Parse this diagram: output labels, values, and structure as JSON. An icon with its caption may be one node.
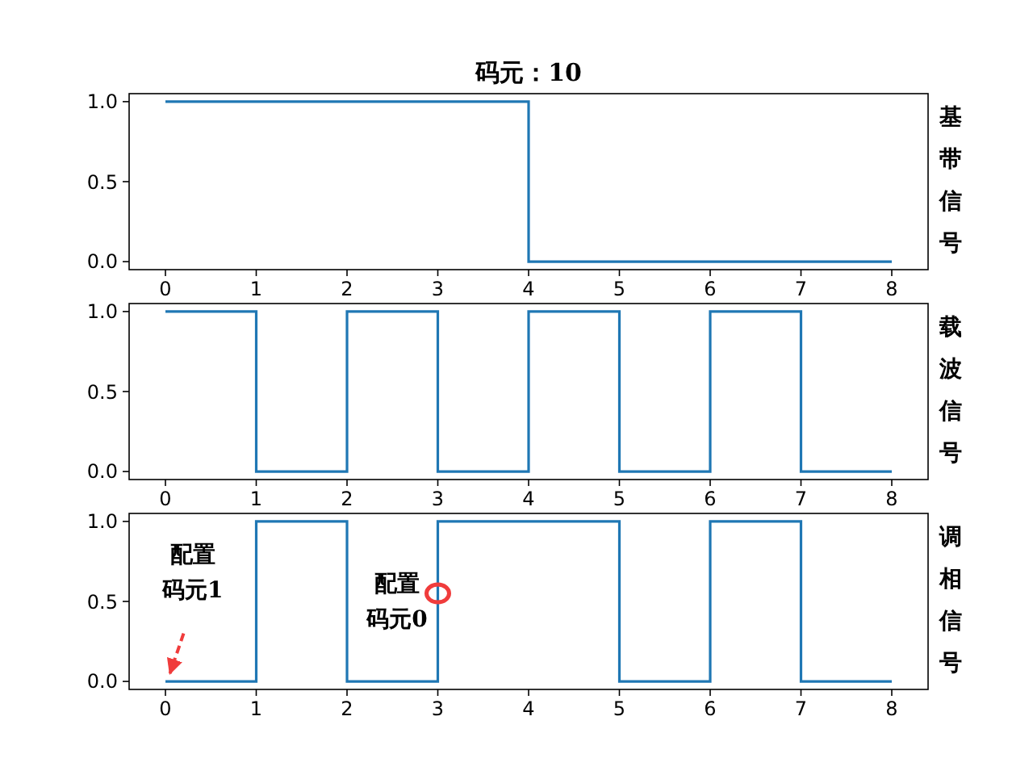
{
  "diagram": {
    "chart_data": [
      {
        "type": "line",
        "title": "码元：10",
        "ylabel": "基带信号",
        "x": [
          0,
          4,
          4,
          8
        ],
        "series": [
          {
            "color": "#1f77b4",
            "values": [
              1,
              1,
              0,
              0
            ]
          }
        ],
        "xlim": [
          -0.4,
          8.4
        ],
        "ylim": [
          -0.05,
          1.05
        ],
        "xticks": [
          0,
          1,
          2,
          3,
          4,
          5,
          6,
          7,
          8
        ],
        "yticks": [
          {
            "value": 0,
            "label": "0.0"
          },
          {
            "value": 0.5,
            "label": "0.5"
          },
          {
            "value": 1,
            "label": "1.0"
          }
        ]
      },
      {
        "type": "line",
        "ylabel": "载波信号",
        "x": [
          0,
          1,
          1,
          2,
          2,
          3,
          3,
          4,
          4,
          5,
          5,
          6,
          6,
          7,
          7,
          8
        ],
        "series": [
          {
            "color": "#1f77b4",
            "values": [
              1,
              1,
              0,
              0,
              1,
              1,
              0,
              0,
              1,
              1,
              0,
              0,
              1,
              1,
              0,
              0
            ]
          }
        ],
        "xlim": [
          -0.4,
          8.4
        ],
        "ylim": [
          -0.05,
          1.05
        ],
        "xticks": [
          0,
          1,
          2,
          3,
          4,
          5,
          6,
          7,
          8
        ],
        "yticks": [
          {
            "value": 0,
            "label": "0.0"
          },
          {
            "value": 0.5,
            "label": "0.5"
          },
          {
            "value": 1,
            "label": "1.0"
          }
        ]
      },
      {
        "type": "line",
        "ylabel": "调相信号",
        "x": [
          0,
          1,
          1,
          2,
          2,
          3,
          3,
          5,
          5,
          6,
          6,
          7,
          7,
          8
        ],
        "series": [
          {
            "color": "#1f77b4",
            "values": [
              0,
              0,
              1,
              1,
              0,
              0,
              1,
              1,
              0,
              0,
              1,
              1,
              0,
              0
            ]
          }
        ],
        "xlim": [
          -0.4,
          8.4
        ],
        "ylim": [
          -0.05,
          1.05
        ],
        "xticks": [
          0,
          1,
          2,
          3,
          4,
          5,
          6,
          7,
          8
        ],
        "yticks": [
          {
            "value": 0,
            "label": "0.0"
          },
          {
            "value": 0.5,
            "label": "0.5"
          },
          {
            "value": 1,
            "label": "1.0"
          }
        ],
        "annotations": [
          "配置码元1",
          "配置码元0"
        ]
      }
    ]
  }
}
